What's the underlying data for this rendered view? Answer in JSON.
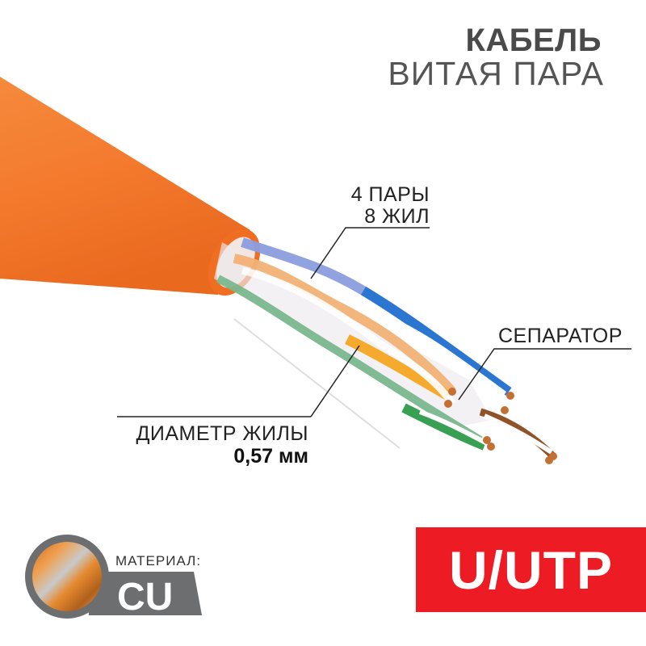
{
  "header": {
    "title_line1": "КАБЕЛЬ",
    "title_line2": "ВИТАЯ ПАРА"
  },
  "callouts": {
    "pairs": {
      "line1": "4 ПАРЫ",
      "line2": "8 ЖИЛ"
    },
    "separator": {
      "label": "СЕПАРАТОР"
    },
    "core_diameter": {
      "label": "ДИАМЕТР ЖИЛЫ",
      "value": "0,57 мм"
    }
  },
  "material_badge": {
    "label": "МАТЕРИАЛ:",
    "value": "CU",
    "icon": "copper-wire-cross-section-icon"
  },
  "shield_badge": {
    "label": "U/UTP",
    "color": "#ed1c24"
  },
  "colors": {
    "jacket": "#f47a2e",
    "badge_gray": "#6d6e70",
    "wire_pairs": [
      "#f5a623",
      "#1f6fcf",
      "#2e9b4a",
      "#8b4a1c"
    ]
  }
}
